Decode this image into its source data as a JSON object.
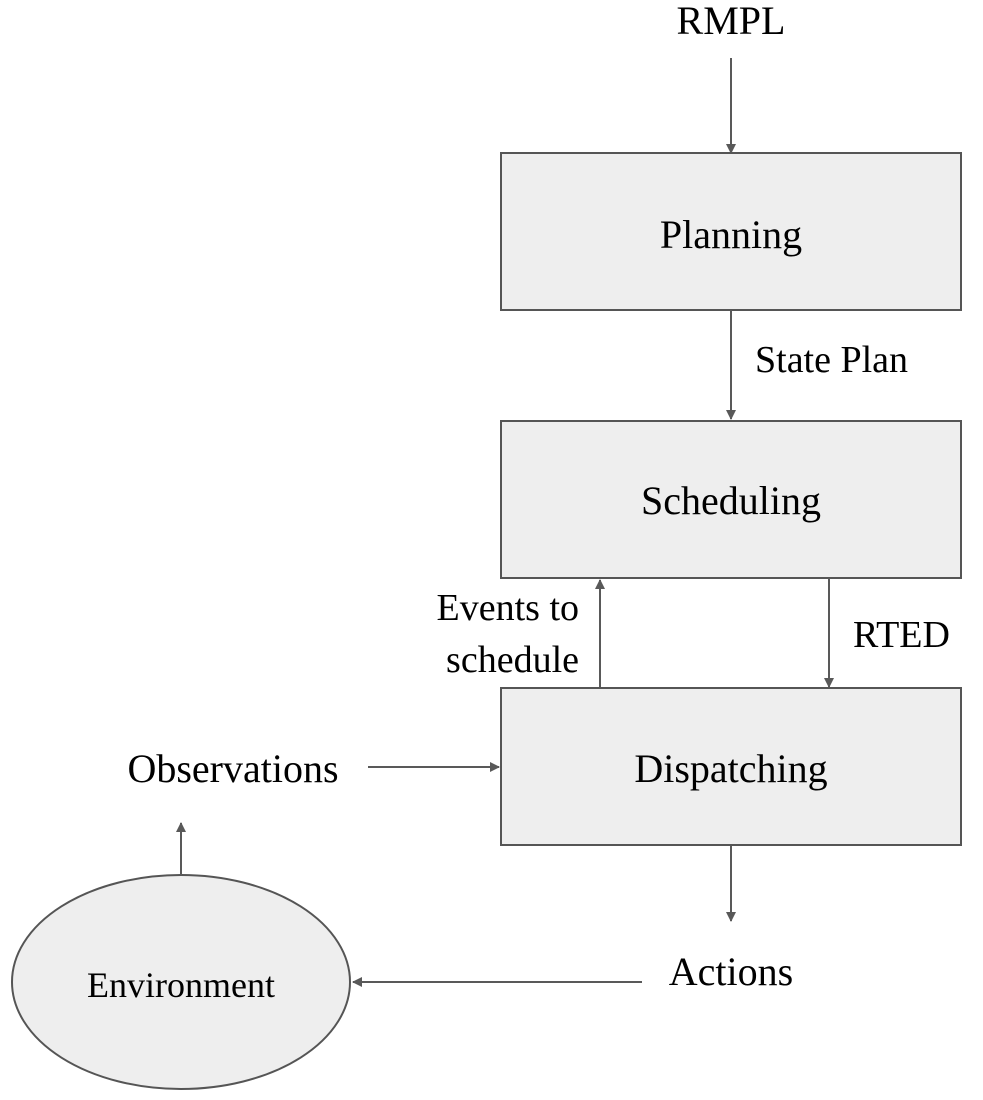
{
  "nodes": {
    "rmpl": "RMPL",
    "planning": "Planning",
    "scheduling": "Scheduling",
    "dispatching": "Dispatching",
    "environment": "Environment",
    "observations": "Observations",
    "actions": "Actions"
  },
  "edges": {
    "state_plan": "State Plan",
    "rted": "RTED",
    "events_to_schedule_line1": "Events to",
    "events_to_schedule_line2": "schedule"
  },
  "colors": {
    "box_fill": "#eeeeee",
    "box_stroke": "#555555",
    "edge": "#595959",
    "text": "#000000"
  }
}
